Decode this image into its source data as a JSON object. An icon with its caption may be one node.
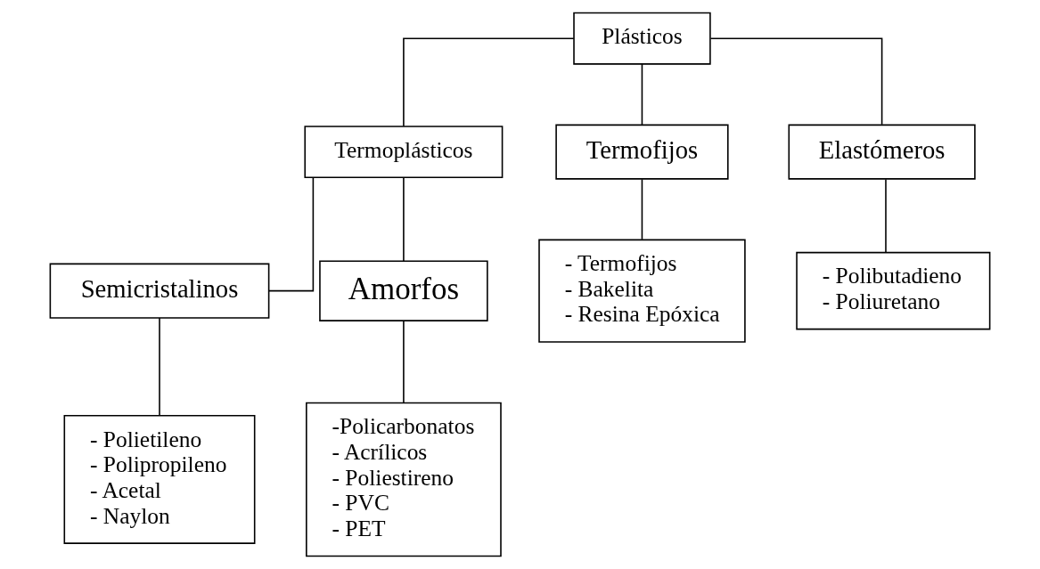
{
  "diagram": {
    "nodes": [
      {
        "text": [
          "Plásticos"
        ]
      },
      {
        "text": [
          "Termoplásticos"
        ]
      },
      {
        "text": [
          "Termofijos"
        ]
      },
      {
        "text": [
          "Elastómeros"
        ]
      },
      {
        "text": [
          "Semicristalinos"
        ]
      },
      {
        "text": [
          "Amorfos"
        ]
      },
      {
        "text": [
          "- Polietileno",
          "- Polipropileno",
          "- Acetal",
          "- Naylon"
        ]
      },
      {
        "text": [
          "-Policarbonatos",
          "- Acrílicos",
          "- Poliestireno",
          "- PVC",
          "- PET"
        ]
      },
      {
        "text": [
          "- Termofijos",
          "- Bakelita",
          "- Resina Epóxica"
        ]
      },
      {
        "text": [
          "- Polibutadieno",
          "- Poliuretano"
        ]
      }
    ],
    "edges": [
      {
        "from": 0,
        "to": 1,
        "arrow": "none"
      },
      {
        "from": 0,
        "to": 2,
        "arrow": "none"
      },
      {
        "from": 0,
        "to": 3,
        "arrow": "none"
      },
      {
        "from": 1,
        "to": 4,
        "arrow": "none"
      },
      {
        "from": 1,
        "to": 5,
        "arrow": "none"
      },
      {
        "from": 4,
        "to": 6,
        "arrow": "none"
      },
      {
        "from": 5,
        "to": 7,
        "arrow": "none"
      },
      {
        "from": 2,
        "to": 8,
        "arrow": "none"
      },
      {
        "from": 3,
        "to": 9,
        "arrow": "none"
      }
    ]
  }
}
